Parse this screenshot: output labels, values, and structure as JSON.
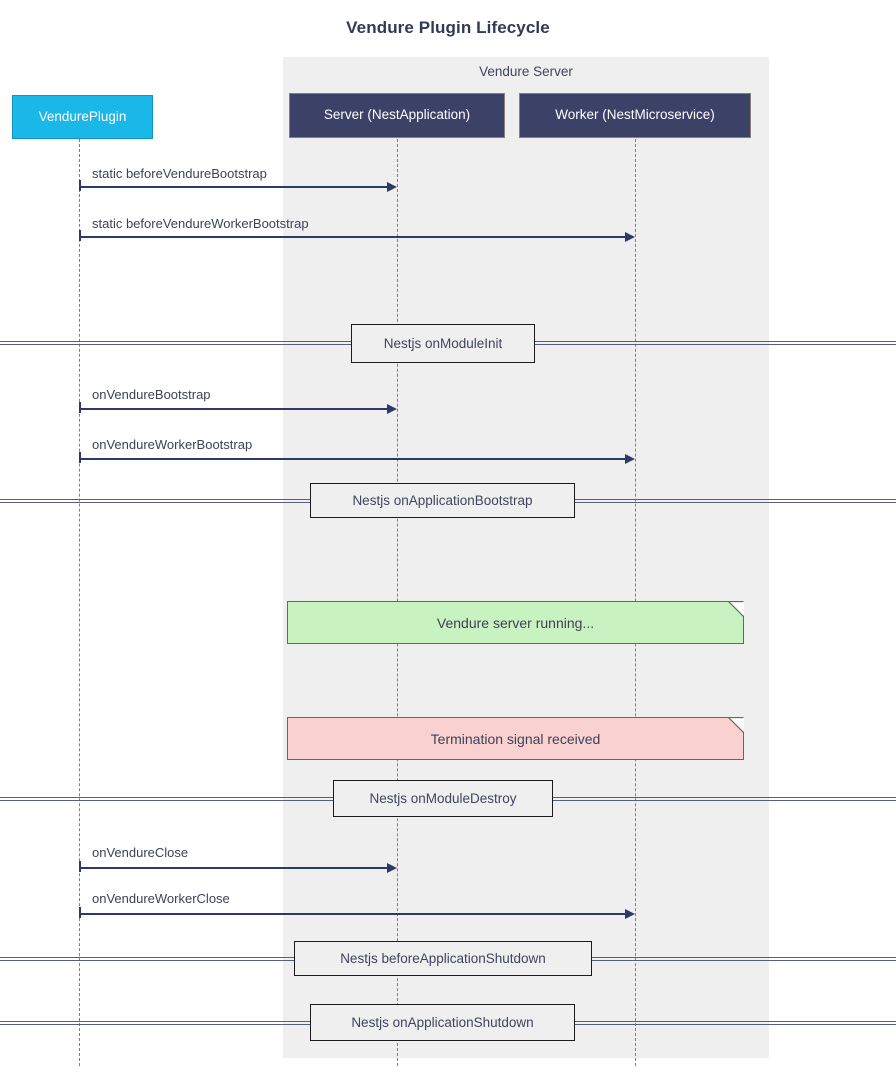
{
  "diagram": {
    "title": "Vendure Plugin Lifecycle",
    "type": "sequence-diagram",
    "colors": {
      "plugin_box": "#1ab8e8",
      "participant_box": "#3b4167",
      "group_panel": "#efefef",
      "lifeline": "#4ea24e",
      "arrow": "#2e3a66",
      "note_green": "#c8f3c0",
      "note_pink": "#fad1d1",
      "title_text": "#333a56"
    },
    "group": {
      "label": "Vendure Server"
    },
    "participants": [
      {
        "id": "plugin",
        "label": "VendurePlugin"
      },
      {
        "id": "server",
        "label": "Server (NestApplication)"
      },
      {
        "id": "worker",
        "label": "Worker (NestMicroservice)"
      }
    ],
    "messages": [
      {
        "label": "static beforeVendureBootstrap",
        "from": "plugin",
        "to": "server"
      },
      {
        "label": "static beforeVendureWorkerBootstrap",
        "from": "plugin",
        "to": "worker"
      },
      {
        "label": "onVendureBootstrap",
        "from": "plugin",
        "to": "server"
      },
      {
        "label": "onVendureWorkerBootstrap",
        "from": "plugin",
        "to": "worker"
      },
      {
        "label": "onVendureClose",
        "from": "plugin",
        "to": "server"
      },
      {
        "label": "onVendureWorkerClose",
        "from": "plugin",
        "to": "worker"
      }
    ],
    "dividers": [
      {
        "label": "Nestjs onModuleInit"
      },
      {
        "label": "Nestjs onApplicationBootstrap"
      },
      {
        "label": "Nestjs onModuleDestroy"
      },
      {
        "label": "Nestjs beforeApplicationShutdown"
      },
      {
        "label": "Nestjs onApplicationShutdown"
      }
    ],
    "notes": [
      {
        "label": "Vendure server running...",
        "color": "green"
      },
      {
        "label": "Termination signal received",
        "color": "pink"
      }
    ]
  }
}
